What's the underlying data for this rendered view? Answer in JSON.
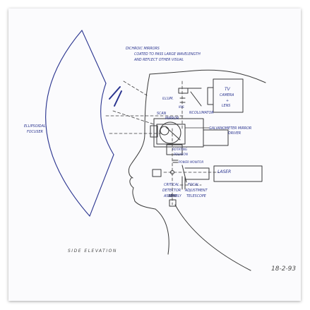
{
  "labels": {
    "dichroic": [
      "DICHROIC MIRRORS",
      "COATED TO PASS LARGE WAVELENGTH",
      "AND REFLECT OTHER VISUAL"
    ],
    "ellipsoidal": [
      "ELLIPSOIDAL",
      "FOCUSER"
    ],
    "tv": [
      "TV",
      "CAMERA",
      "+",
      "LENS"
    ],
    "illum": "ILLUM.",
    "iris": "IRIS",
    "scan_mirror": [
      "SCAN",
      "MIRROR"
    ],
    "ncollimator": "NCOLLIMATOR",
    "galvanometer": [
      "GALVANOMETER MIRROR",
      "DRIVER"
    ],
    "rotating": [
      "ROTATING",
      "POLYGON"
    ],
    "power_monitor": "POWER MONITOR",
    "laser": "LASER",
    "critical": [
      "CRITICAL",
      "DETECTOR",
      "ASSEMBLY"
    ],
    "focal": [
      "FOCAL",
      "ADJUSTMENT",
      "TELESCOPE"
    ],
    "side_elevation": "SIDE ELEVATION",
    "date": "18-2-93"
  },
  "colors": {
    "ink": "#2b3590",
    "pencil": "#3a3a3a",
    "paper": "#fbfbfd"
  }
}
